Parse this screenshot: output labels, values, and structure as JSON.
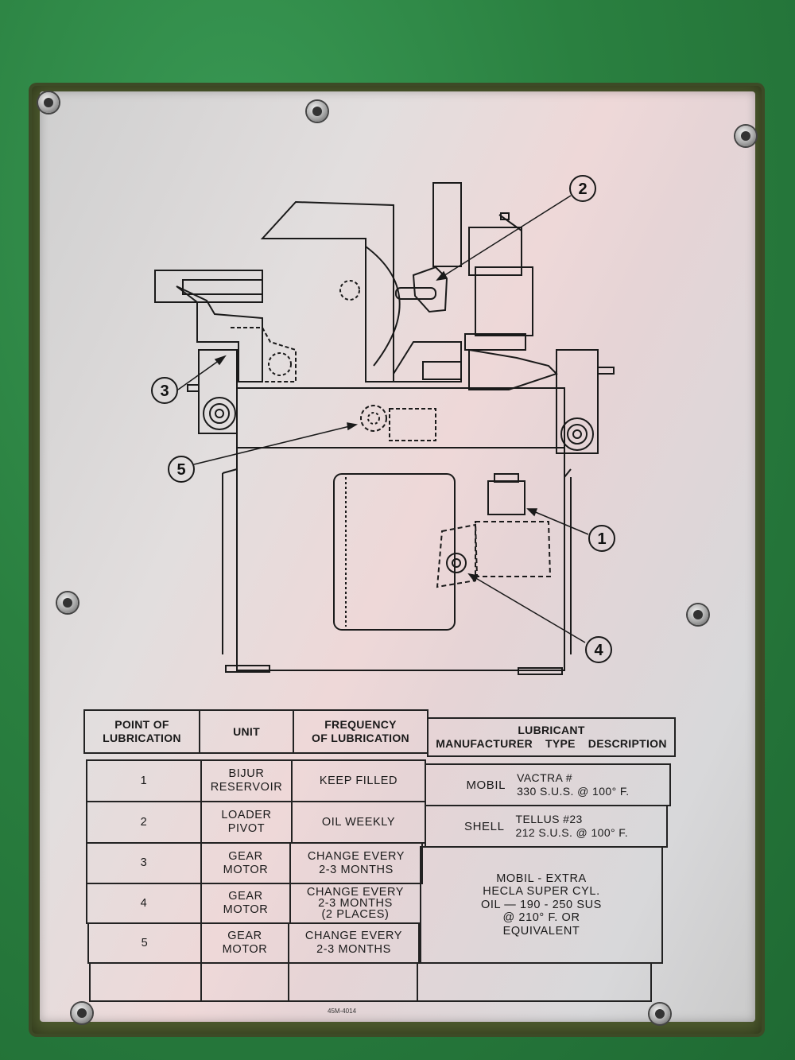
{
  "callouts": [
    "1",
    "2",
    "3",
    "4",
    "5"
  ],
  "table": {
    "headers": {
      "point": "POINT OF\nLUBRICATION",
      "unit": "UNIT",
      "frequency": "FREQUENCY\nOF LUBRICATION",
      "lubricant": "LUBRICANT",
      "lubricant_sub": [
        "MANUFACTURER",
        "TYPE",
        "DESCRIPTION"
      ]
    },
    "rows": [
      {
        "point": "1",
        "unit": "BIJUR\nRESERVOIR",
        "frequency": "KEEP FILLED",
        "manufacturer": "MOBIL",
        "description": "VACTRA #\n330 S.U.S. @ 100° F."
      },
      {
        "point": "2",
        "unit": "LOADER\nPIVOT",
        "frequency": "OIL WEEKLY",
        "manufacturer": "SHELL",
        "description": "TELLUS #23\n212 S.U.S. @ 100° F."
      },
      {
        "point": "3",
        "unit": "GEAR\nMOTOR",
        "frequency": "CHANGE EVERY\n2-3 MONTHS"
      },
      {
        "point": "4",
        "unit": "GEAR\nMOTOR",
        "frequency": "CHANGE EVERY\n2-3 MONTHS\n(2 PLACES)"
      },
      {
        "point": "5",
        "unit": "GEAR\nMOTOR",
        "frequency": "CHANGE EVERY\n2-3 MONTHS"
      }
    ],
    "shared_lubricant": "MOBIL - EXTRA\nHECLA SUPER CYL.\nOIL — 190 - 250 SUS\n@ 210° F. OR\nEQUIVALENT"
  },
  "part_code": "45M-4014",
  "colors": {
    "machine_paint": "#2a8040",
    "plate": "#d9d6d6",
    "ink": "#1a1a1a"
  }
}
